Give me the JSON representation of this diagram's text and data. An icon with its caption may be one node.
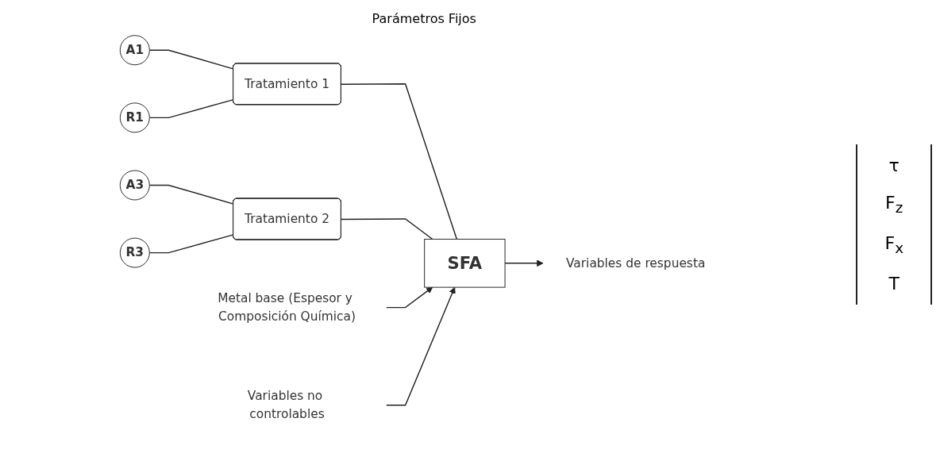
{
  "diagram": {
    "nodes": [
      {
        "text": [
          "A1"
        ]
      },
      {
        "text": [
          "R1"
        ]
      },
      {
        "text": [
          "A3"
        ]
      },
      {
        "text": [
          "R3"
        ]
      },
      {
        "text": [
          "Tratamiento 1"
        ]
      },
      {
        "text": [
          "Tratamiento 2"
        ]
      },
      {
        "text": [
          "SFA"
        ]
      },
      {
        "text": [
          "Metal base (Espesor y Composición Química)"
        ]
      },
      {
        "text": [
          "Variables no controlables"
        ]
      },
      {
        "text": [
          "Variables de respuesta"
        ]
      }
    ],
    "edges": [
      {
        "from": 0,
        "to": 4,
        "arrow": "none"
      },
      {
        "from": 1,
        "to": 4,
        "arrow": "none"
      },
      {
        "from": 2,
        "to": 5,
        "arrow": "none"
      },
      {
        "from": 3,
        "to": 5,
        "arrow": "none"
      },
      {
        "from": 4,
        "to": 6,
        "arrow": "none"
      },
      {
        "from": 5,
        "to": 6,
        "arrow": "none"
      },
      {
        "from": 7,
        "to": 6,
        "arrow": "to"
      },
      {
        "from": 8,
        "to": 6,
        "arrow": "to"
      },
      {
        "from": 6,
        "to": 9,
        "arrow": "to"
      }
    ],
    "labels": [
      "Parámetros Fijos",
      "τ",
      "F$_{z}$",
      "F$_{x}$",
      "T"
    ]
  }
}
